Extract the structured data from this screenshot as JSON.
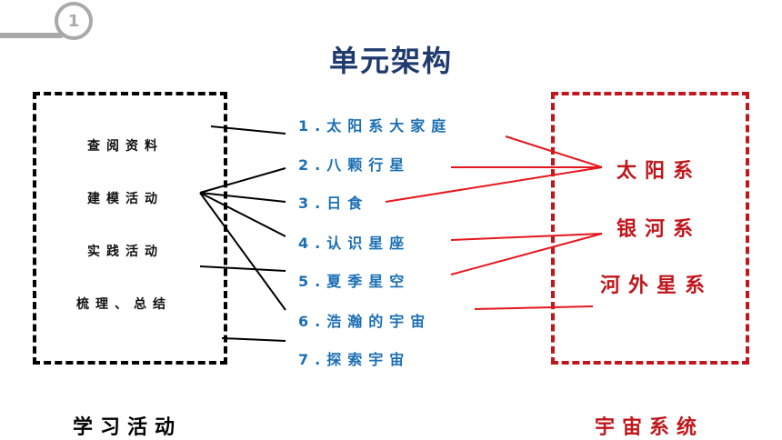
{
  "header": {
    "badge_number": "1"
  },
  "title": "单元架构",
  "activities": [
    "查阅资料",
    "建模活动",
    "实践活动",
    "梳理、总结"
  ],
  "lessons": [
    "1.太阳系大家庭",
    "2.八颗行星",
    "3.日食",
    "4.认识星座",
    "5.夏季星空",
    "6.浩瀚的宇宙",
    "7.探索宇宙"
  ],
  "systems": [
    "太阳系",
    "银河系",
    "河外星系"
  ],
  "captions": {
    "left": "学习活动",
    "right": "宇宙系统"
  },
  "colors": {
    "title": "#1f3a6e",
    "lesson": "#1a6fb5",
    "system": "#c0161c",
    "activity_box": "#000000",
    "system_box": "#c0161c",
    "badge": "#a9a9a9"
  },
  "links": {
    "activity_to_lesson": [
      [
        0,
        0
      ],
      [
        1,
        1
      ],
      [
        1,
        2
      ],
      [
        1,
        3
      ],
      [
        1,
        5
      ],
      [
        2,
        4
      ],
      [
        3,
        6
      ]
    ],
    "lesson_to_system": [
      [
        0,
        0
      ],
      [
        1,
        0
      ],
      [
        2,
        0
      ],
      [
        3,
        1
      ],
      [
        4,
        1
      ],
      [
        5,
        2
      ]
    ]
  }
}
